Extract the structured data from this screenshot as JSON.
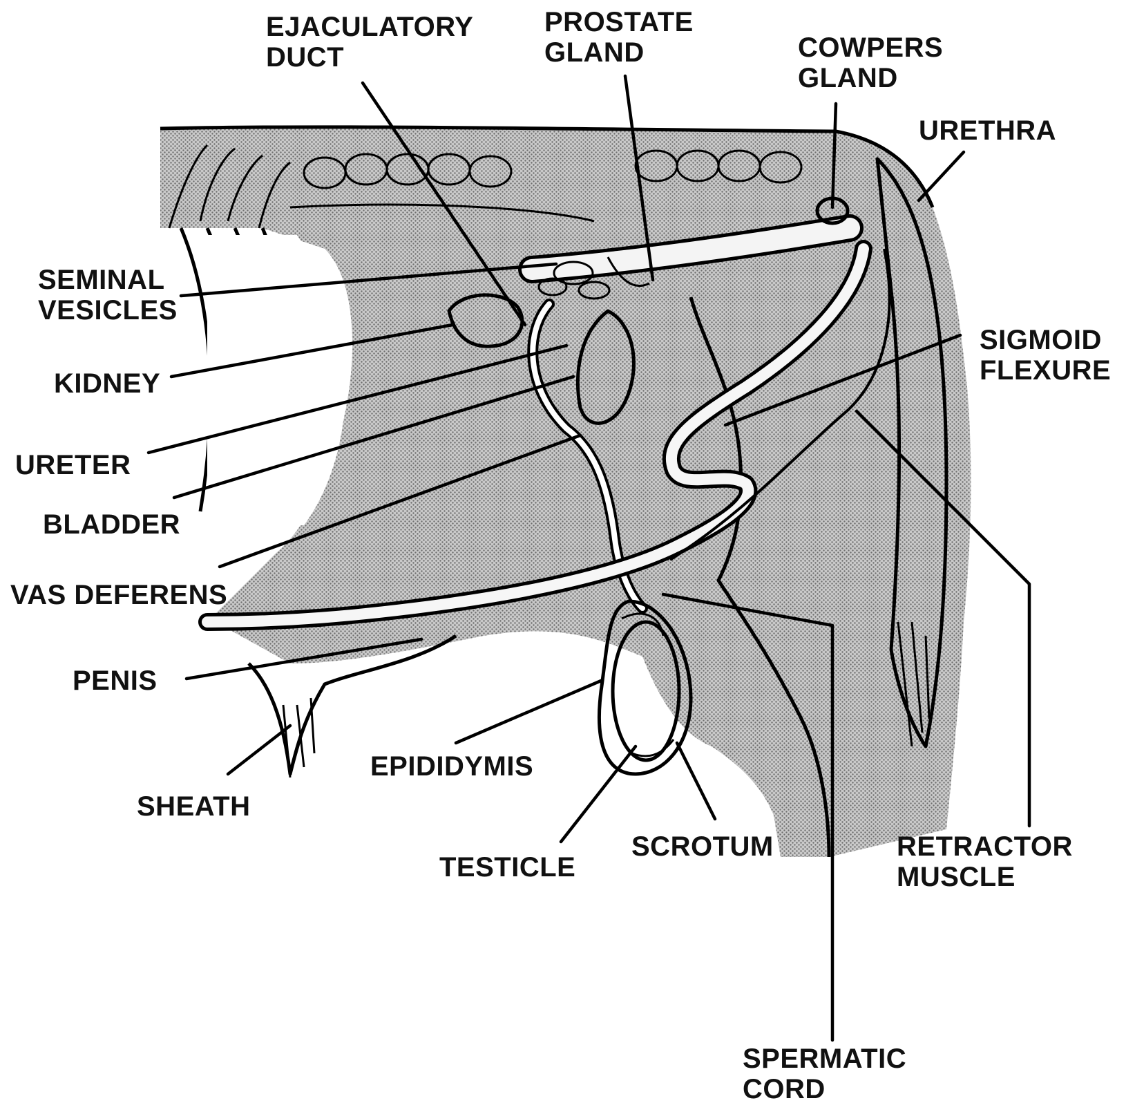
{
  "labels": {
    "ejaculatory_duct_1": "EJACULATORY",
    "ejaculatory_duct_2": "DUCT",
    "prostate_gland_1": "PROSTATE",
    "prostate_gland_2": "GLAND",
    "cowpers_gland_1": "COWPERS",
    "cowpers_gland_2": "GLAND",
    "urethra": "URETHRA",
    "seminal_vesicles_1": "SEMINAL",
    "seminal_vesicles_2": "VESICLES",
    "kidney": "KIDNEY",
    "ureter": "URETER",
    "bladder": "BLADDER",
    "vas_deferens": "VAS DEFERENS",
    "penis": "PENIS",
    "sheath": "SHEATH",
    "epididymis": "EPIDIDYMIS",
    "testicle": "TESTICLE",
    "scrotum": "SCROTUM",
    "sigmoid_flexure_1": "SIGMOID",
    "sigmoid_flexure_2": "FLEXURE",
    "retractor_muscle_1": "RETRACTOR",
    "retractor_muscle_2": "MUSCLE",
    "spermatic_cord_1": "SPERMATIC",
    "spermatic_cord_2": "CORD"
  },
  "colors": {
    "ink": "#000000",
    "stipple_dark": "#8c8c8c",
    "stipple_mid": "#b5b5b5",
    "stipple_light": "#d6d6d6",
    "paper": "#ffffff"
  }
}
